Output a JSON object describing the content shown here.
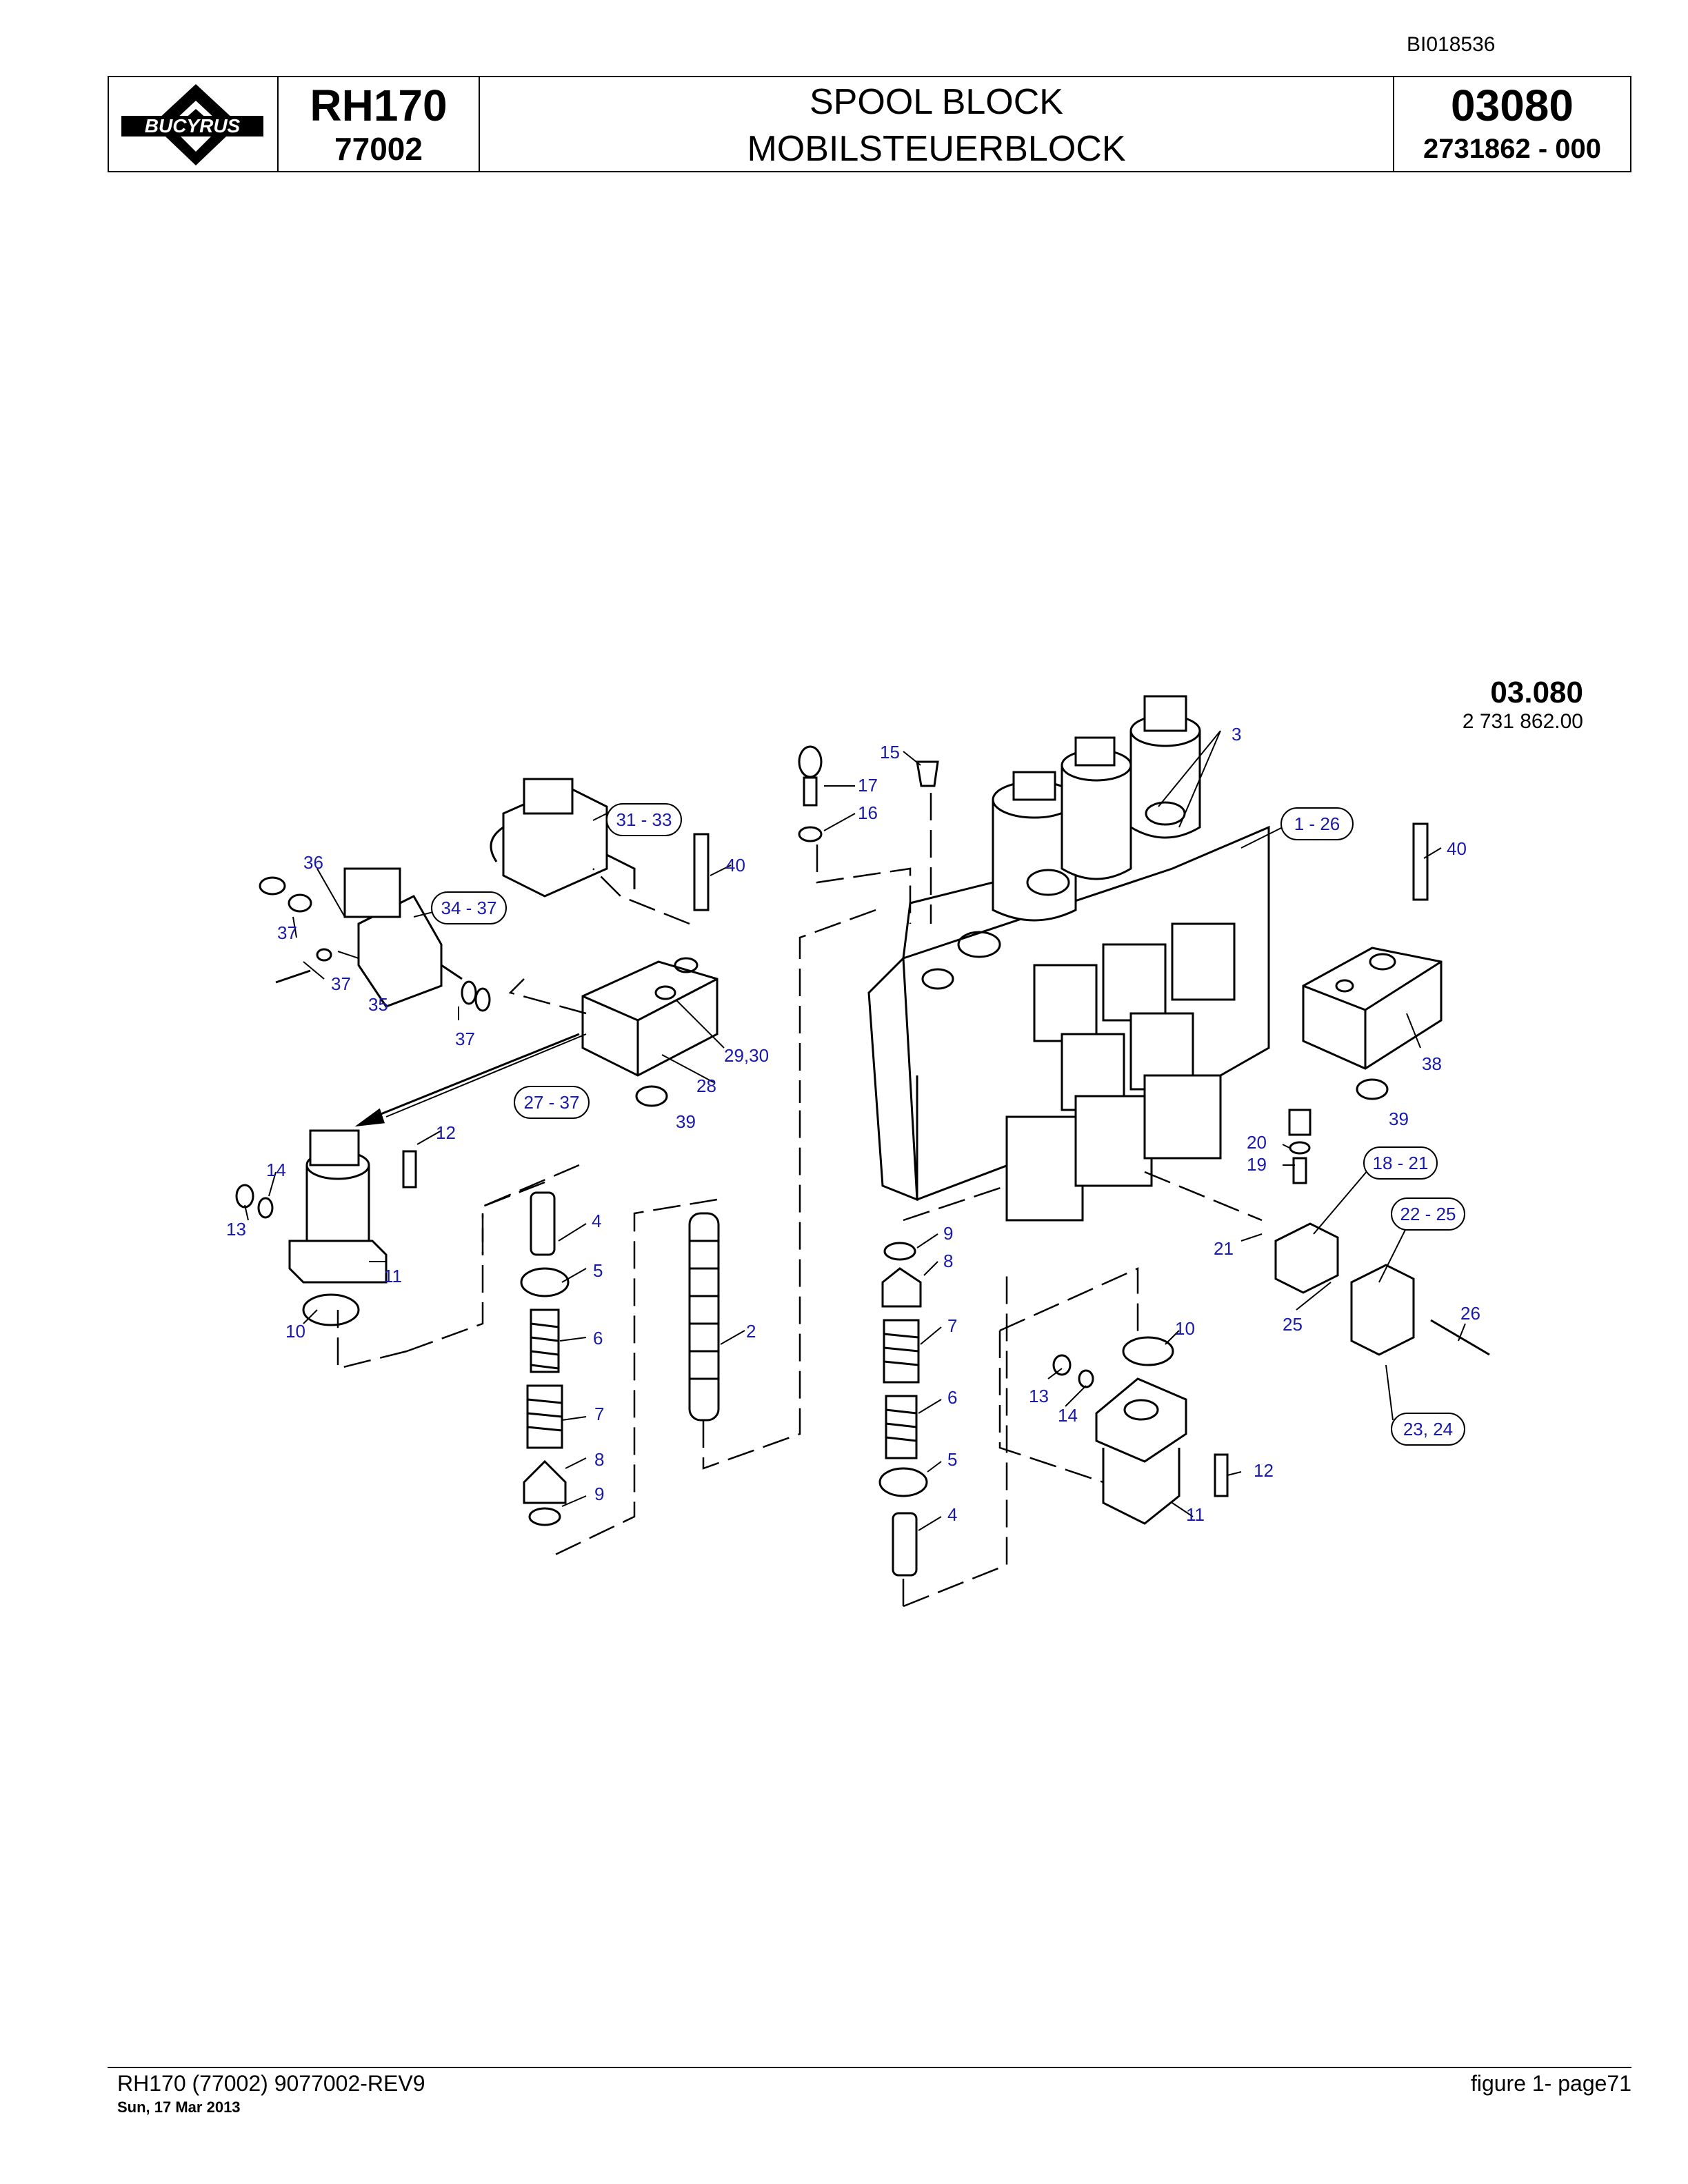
{
  "document_id": "BI018536",
  "header": {
    "logo_text": "BUCYRUS",
    "model": "RH170",
    "serial": "77002",
    "title_en": "SPOOL BLOCK",
    "title_de": "MOBILSTEUERBLOCK",
    "group_number": "03080",
    "part_number": "2731862  - 000"
  },
  "figure_ref": {
    "group": "03.080",
    "part": "2 731 862.00"
  },
  "callouts": {
    "c1": "1 - 26",
    "c2": "31 - 33",
    "c3": "34 - 37",
    "c4": "27 - 37",
    "c5": "18 - 21",
    "c6": "22 - 25",
    "c7": "23, 24"
  },
  "labels": {
    "l2": "2",
    "l3": "3",
    "l4": "4",
    "l5": "5",
    "l6": "6",
    "l7": "7",
    "l8": "8",
    "l9": "9",
    "l10": "10",
    "l11": "11",
    "l12": "12",
    "l13": "13",
    "l14": "14",
    "l15": "15",
    "l16": "16",
    "l17": "17",
    "l19": "19",
    "l20": "20",
    "l21": "21",
    "l25": "25",
    "l26": "26",
    "l28": "28",
    "l29": "29,30",
    "l35": "35",
    "l36": "36",
    "l37": "37",
    "l38": "38",
    "l39": "39",
    "l40": "40"
  },
  "footer": {
    "left": "RH170 (77002) 9077002-REV9",
    "date": "Sun, 17 Mar 2013",
    "right": "figure  1- page71"
  }
}
